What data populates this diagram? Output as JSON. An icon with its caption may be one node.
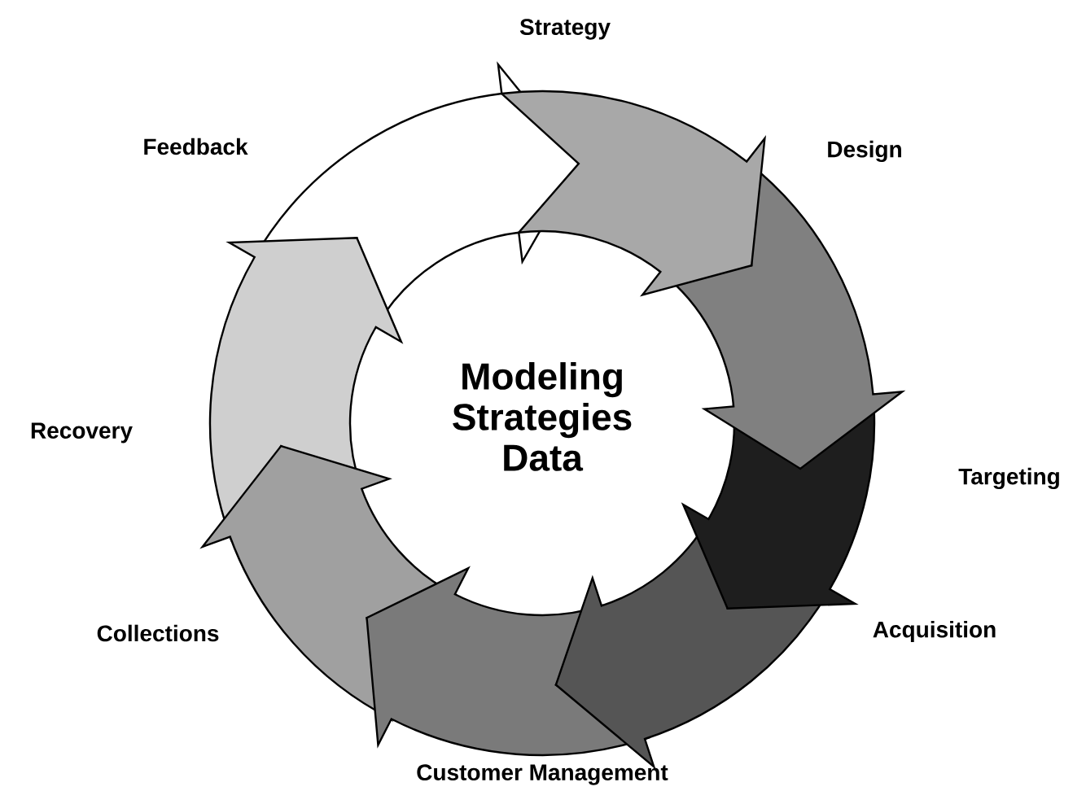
{
  "diagram": {
    "nodes": [
      {
        "text": [
          "Strategy"
        ]
      },
      {
        "text": [
          "Design"
        ]
      },
      {
        "text": [
          "Targeting"
        ]
      },
      {
        "text": [
          "Acquisition"
        ]
      },
      {
        "text": [
          "Customer Management"
        ]
      },
      {
        "text": [
          "Collections"
        ]
      },
      {
        "text": [
          "Recovery"
        ]
      },
      {
        "text": [
          "Feedback"
        ]
      },
      {
        "text": [
          "Modeling Strategies Data"
        ]
      }
    ],
    "edges": [
      {
        "from": 0,
        "to": 1,
        "arrow": "to"
      },
      {
        "from": 1,
        "to": 2,
        "arrow": "to"
      },
      {
        "from": 2,
        "to": 3,
        "arrow": "to"
      },
      {
        "from": 3,
        "to": 4,
        "arrow": "to"
      },
      {
        "from": 4,
        "to": 5,
        "arrow": "to"
      },
      {
        "from": 5,
        "to": 6,
        "arrow": "to"
      },
      {
        "from": 6,
        "to": 7,
        "arrow": "to"
      },
      {
        "from": 7,
        "to": 0,
        "arrow": "to"
      }
    ]
  }
}
